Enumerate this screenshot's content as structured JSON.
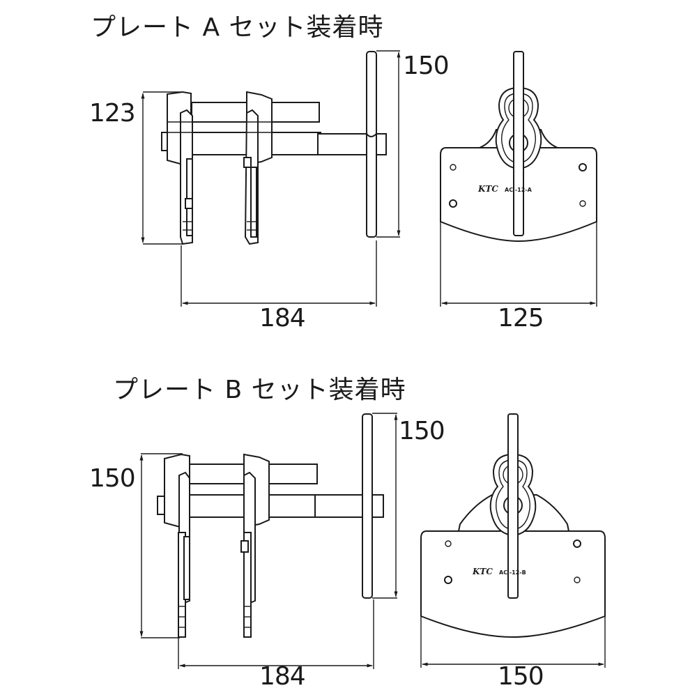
{
  "section_a": {
    "title": "プレート A セット装着時",
    "dimensions": {
      "height_left": "123",
      "handle_height": "150",
      "length": "184",
      "plate_width": "125"
    },
    "plate_marking": {
      "brand": "KTC",
      "model": "AC -12-A"
    }
  },
  "section_b": {
    "title": "プレート B セット装着時",
    "dimensions": {
      "height_left": "150",
      "handle_height": "150",
      "length": "184",
      "plate_width": "150"
    },
    "plate_marking": {
      "brand": "KTC",
      "model": "AC -12-B"
    }
  },
  "colors": {
    "line": "#1a1a1a",
    "background": "#ffffff"
  }
}
